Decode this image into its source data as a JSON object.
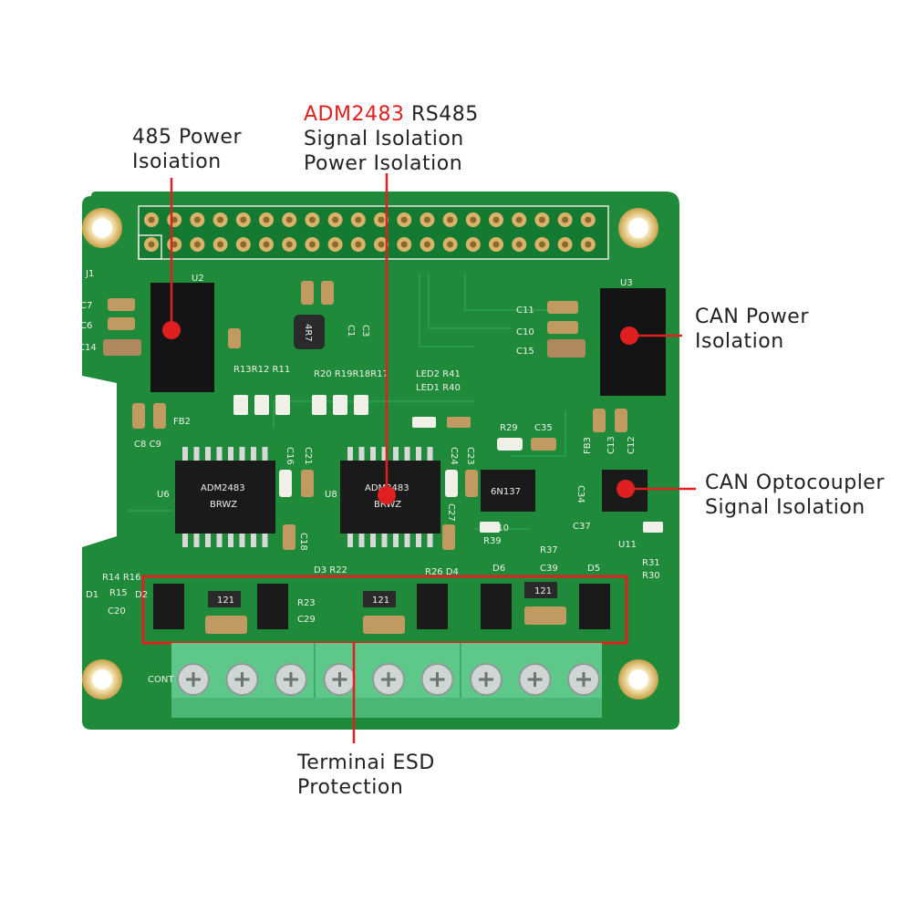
{
  "annotations": {
    "power_485": {
      "line1": "485 Power",
      "line2": "Isoiation"
    },
    "adm2483": {
      "chip": "ADM2483",
      "line1_rest": " RS485",
      "line2": "Signal Isolation",
      "line3": "Power Isolation"
    },
    "can_power": {
      "line1": "CAN Power",
      "line2": "Isolation"
    },
    "can_opto": {
      "line1": "CAN Optocoupler",
      "line2": "Signal Isolation"
    },
    "esd": {
      "line1": "Terminai ESD",
      "line2": "Protection"
    }
  },
  "silkscreen": {
    "j1": "J1",
    "u2": "U2",
    "u3": "U3",
    "u6": "U6",
    "u8": "U8",
    "u10": "U10",
    "u11": "U11",
    "c7": "C7",
    "c6": "C6",
    "c14": "C14",
    "c8c9": "C8 C9",
    "fb2": "FB2",
    "fb3": "FB3",
    "r13r12r11": "R13R12 R11",
    "r20r19r18r17": "R20 R19R18R17",
    "led2r41": "LED2 R41",
    "led1r40": "LED1 R40",
    "r29": "R29",
    "c35": "C35",
    "r39": "R39",
    "r37": "R37",
    "c39": "C39",
    "c11": "C11",
    "c10": "C10",
    "c15": "C15",
    "c37": "C37",
    "c34": "C34",
    "r31": "R31",
    "r30": "R30",
    "r14r16": "R14 R16",
    "d1": "D1",
    "r15": "R15",
    "d2": "D2",
    "c20": "C20",
    "d3r22": "D3 R22",
    "r23": "R23",
    "c29": "C29",
    "r26d4": "R26 D4",
    "d6": "D6",
    "d5": "D5",
    "cont": "CONT",
    "c16": "C16",
    "c21": "C21",
    "c24": "C24",
    "c23": "C23",
    "c18": "C18",
    "c27": "C27",
    "c12": "C12",
    "c13": "C13",
    "c1": "C1",
    "c3": "C3",
    "resistor_mark": "121",
    "inductor_mark": "4R7"
  },
  "chips": {
    "u6_top": "ADM2483",
    "u6_bottom": "BRWZ",
    "u8_top": "ADM2483",
    "u8_bottom": "BRWZ",
    "u10_text": "6N137"
  },
  "colors": {
    "pcb": "#1f8a3a",
    "pcb_dark": "#16702d",
    "gold": "#c8a04a",
    "terminal": "#5ec88a",
    "highlight": "#e02020"
  }
}
